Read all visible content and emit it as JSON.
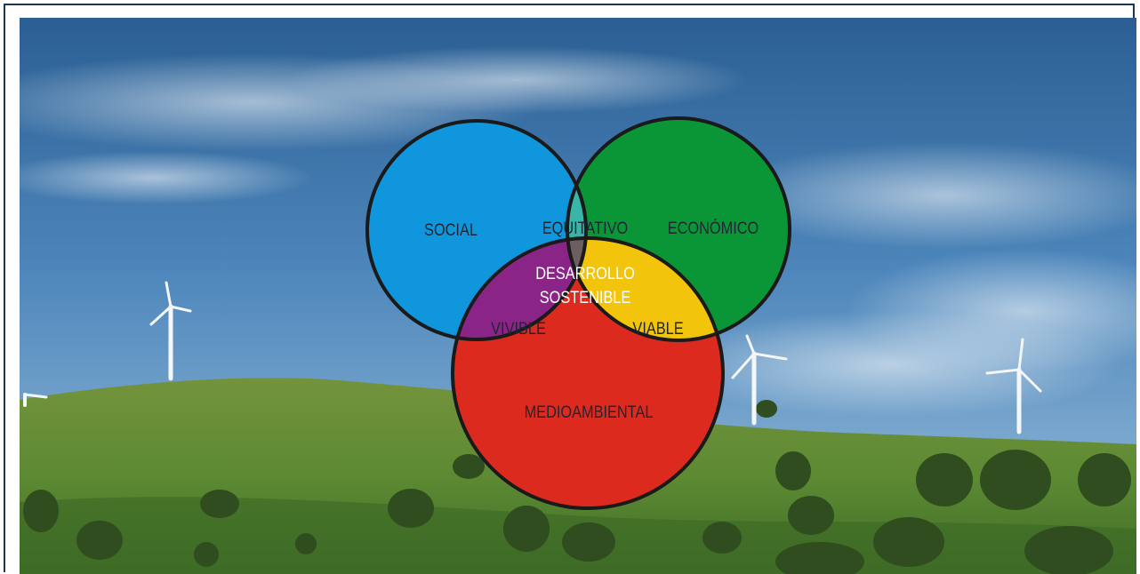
{
  "venn": {
    "social": "SOCIAL",
    "economico": "ECONÓMICO",
    "medioambiental": "MEDIOAMBIENTAL",
    "equitativo": "EQUITATIVO",
    "vivible": "VIVIBLE",
    "viable": "VIABLE",
    "centro_linea1": "DESARROLLO",
    "centro_linea2": "SOSTENIBLE"
  },
  "colors": {
    "social": "#0f96dc",
    "economico": "#0a9637",
    "medioambiental": "#dc2a1f",
    "equitativo": "#38b5a8",
    "vivible": "#8b2487",
    "viable": "#f2c40b",
    "centro": "#6b5f62",
    "outline": "#1a1a1a"
  }
}
